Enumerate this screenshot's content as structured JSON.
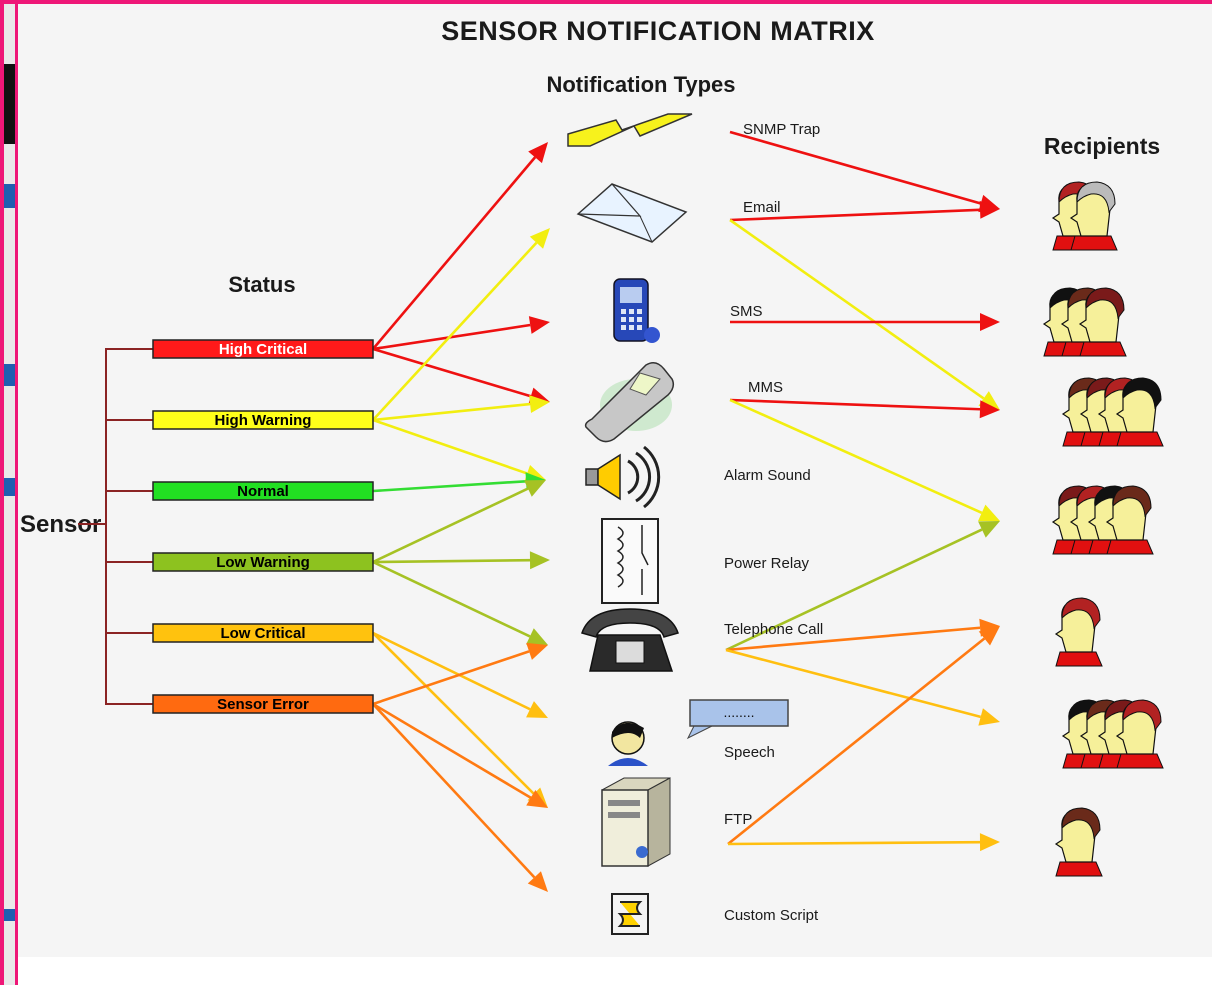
{
  "title": "SENSOR NOTIFICATION MATRIX",
  "headings": {
    "status": "Status",
    "notification_types": "Notification Types",
    "recipients": "Recipients"
  },
  "sensor_label": "Sensor",
  "statuses": [
    {
      "label": "High Critical",
      "color": "#ff1a1a",
      "text_color": "#ffffff"
    },
    {
      "label": "High Warning",
      "color": "#ffff1a",
      "text_color": "#000000"
    },
    {
      "label": "Normal",
      "color": "#22e022",
      "text_color": "#000000"
    },
    {
      "label": "Low Warning",
      "color": "#8dc21f",
      "text_color": "#000000"
    },
    {
      "label": "Low Critical",
      "color": "#ffc20e",
      "text_color": "#000000"
    },
    {
      "label": "Sensor Error",
      "color": "#ff6a10",
      "text_color": "#000000"
    }
  ],
  "notification_types": [
    {
      "label": "SNMP Trap",
      "icon": "lightning-icon"
    },
    {
      "label": "Email",
      "icon": "envelope-icon"
    },
    {
      "label": "SMS",
      "icon": "cellphone-icon"
    },
    {
      "label": "MMS",
      "icon": "mobile-phone-icon"
    },
    {
      "label": "Alarm Sound",
      "icon": "speaker-icon"
    },
    {
      "label": "Power Relay",
      "icon": "relay-icon"
    },
    {
      "label": "Telephone Call",
      "icon": "telephone-icon"
    },
    {
      "label": "Speech",
      "icon": "speech-bubble-icon",
      "bubble_text": "........"
    },
    {
      "label": "FTP",
      "icon": "server-icon"
    },
    {
      "label": "Custom Script",
      "icon": "script-icon"
    }
  ],
  "recipient_groups": [
    {
      "people": 2,
      "icon": "user-group-icon"
    },
    {
      "people": 3,
      "icon": "user-group-icon"
    },
    {
      "people": 4,
      "icon": "user-group-icon"
    },
    {
      "people": 4,
      "icon": "user-group-icon"
    },
    {
      "people": 1,
      "icon": "user-icon"
    },
    {
      "people": 4,
      "icon": "user-group-icon"
    },
    {
      "people": 1,
      "icon": "user-icon"
    }
  ],
  "colors": {
    "red": "#ee1111",
    "yellow": "#f2ee10",
    "green": "#33dd33",
    "olive": "#a6c224",
    "gold": "#ffbf10",
    "orange": "#ff7a12",
    "bracket": "#8b2323",
    "frame": "#ee1777"
  },
  "status_to_notification": [
    {
      "from": 0,
      "to": 0,
      "color": "red"
    },
    {
      "from": 0,
      "to": 2,
      "color": "red"
    },
    {
      "from": 0,
      "to": 3,
      "color": "red"
    },
    {
      "from": 1,
      "to": 1,
      "color": "yellow"
    },
    {
      "from": 1,
      "to": 3,
      "color": "yellow"
    },
    {
      "from": 1,
      "to": 4,
      "color": "yellow"
    },
    {
      "from": 2,
      "to": 4,
      "color": "green"
    },
    {
      "from": 3,
      "to": 4,
      "color": "olive"
    },
    {
      "from": 3,
      "to": 5,
      "color": "olive"
    },
    {
      "from": 3,
      "to": 6,
      "color": "olive"
    },
    {
      "from": 4,
      "to": 7,
      "color": "gold"
    },
    {
      "from": 4,
      "to": 8,
      "color": "gold"
    },
    {
      "from": 5,
      "to": 6,
      "color": "orange"
    },
    {
      "from": 5,
      "to": 8,
      "color": "orange"
    },
    {
      "from": 5,
      "to": 9,
      "color": "orange"
    }
  ],
  "notification_to_recipient": [
    {
      "from": 0,
      "to": 0,
      "color": "red"
    },
    {
      "from": 1,
      "to": 0,
      "color": "red"
    },
    {
      "from": 1,
      "to": 2,
      "color": "yellow"
    },
    {
      "from": 2,
      "to": 1,
      "color": "red"
    },
    {
      "from": 3,
      "to": 2,
      "color": "red"
    },
    {
      "from": 3,
      "to": 3,
      "color": "yellow"
    },
    {
      "from": 6,
      "to": 3,
      "color": "olive"
    },
    {
      "from": 6,
      "to": 4,
      "color": "orange"
    },
    {
      "from": 6,
      "to": 5,
      "color": "gold"
    },
    {
      "from": 8,
      "to": 4,
      "color": "orange"
    },
    {
      "from": 8,
      "to": 6,
      "color": "gold"
    }
  ]
}
